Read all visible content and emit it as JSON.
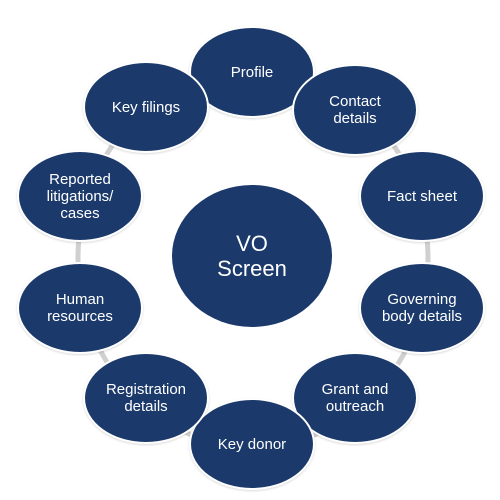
{
  "center": {
    "label": "VO\nScreen"
  },
  "nodes": [
    {
      "label": "Profile"
    },
    {
      "label": "Contact\ndetails"
    },
    {
      "label": "Fact sheet"
    },
    {
      "label": "Governing\nbody details"
    },
    {
      "label": "Grant  and\noutreach"
    },
    {
      "label": "Key donor"
    },
    {
      "label": "Registration\ndetails"
    },
    {
      "label": "Human\nresources"
    },
    {
      "label": "Reported\nlitigations/\ncases"
    },
    {
      "label": "Key filings"
    }
  ],
  "colors": {
    "node_fill": "#1b3a6b",
    "ring": "#d0d0d0",
    "text": "#ffffff"
  }
}
